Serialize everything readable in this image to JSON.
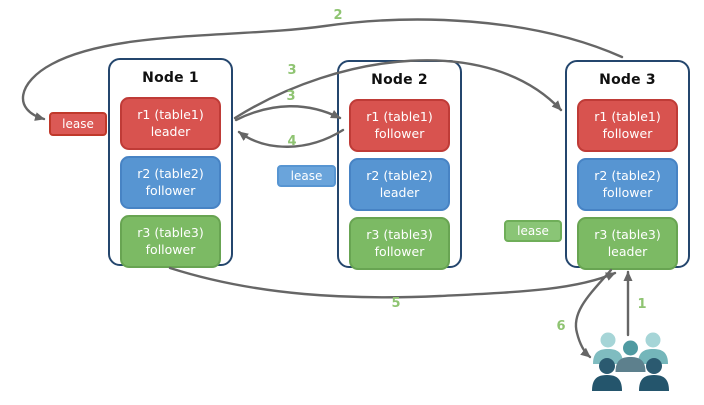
{
  "nodes": [
    {
      "title": "Node 1",
      "replicas": [
        {
          "name": "r1 (table1)",
          "role": "leader",
          "color": "red"
        },
        {
          "name": "r2 (table2)",
          "role": "follower",
          "color": "blue"
        },
        {
          "name": "r3 (table3)",
          "role": "follower",
          "color": "green"
        }
      ]
    },
    {
      "title": "Node 2",
      "replicas": [
        {
          "name": "r1 (table1)",
          "role": "follower",
          "color": "red"
        },
        {
          "name": "r2 (table2)",
          "role": "leader",
          "color": "blue"
        },
        {
          "name": "r3 (table3)",
          "role": "follower",
          "color": "green"
        }
      ]
    },
    {
      "title": "Node 3",
      "replicas": [
        {
          "name": "r1 (table1)",
          "role": "follower",
          "color": "red"
        },
        {
          "name": "r2 (table2)",
          "role": "follower",
          "color": "blue"
        },
        {
          "name": "r3 (table3)",
          "role": "leader",
          "color": "green"
        }
      ]
    }
  ],
  "leases": [
    {
      "label": "lease",
      "color": "#db5955",
      "position": "left-of-node1"
    },
    {
      "label": "lease",
      "color": "#6aa4db",
      "position": "between-node1-and-node2"
    },
    {
      "label": "lease",
      "color": "#8ac576",
      "position": "between-node2-and-node3"
    }
  ],
  "arrow_labels": {
    "n1": "1",
    "n2": "2",
    "n3a": "3",
    "n3b": "3",
    "n4": "4",
    "n5": "5",
    "n6": "6"
  },
  "icons": {
    "users": "users-group-icon"
  },
  "colors": {
    "arrow": "#666666",
    "number_label": "#8fc472",
    "node_border": "#24466d",
    "replica_red": "#d8534f",
    "replica_blue": "#5795d2",
    "replica_green": "#7cba64"
  }
}
